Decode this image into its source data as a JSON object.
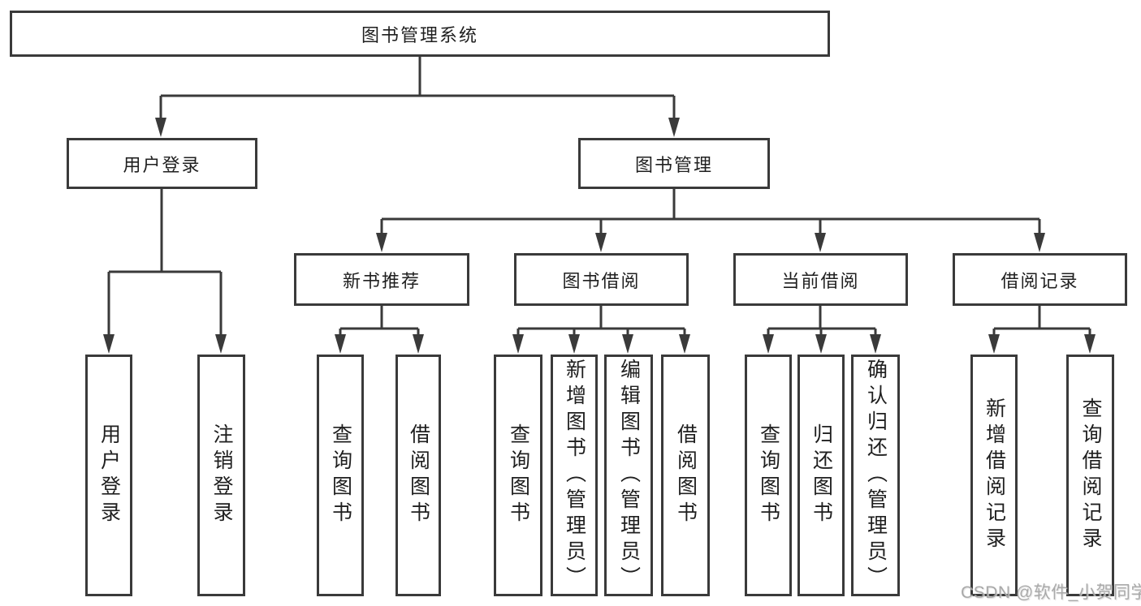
{
  "diagram": {
    "root": {
      "label": "图书管理系统",
      "children": [
        {
          "label": "用户登录",
          "children": [
            {
              "label": "用户登录"
            },
            {
              "label": "注销登录"
            }
          ]
        },
        {
          "label": "图书管理",
          "children": [
            {
              "label": "新书推荐",
              "children": [
                {
                  "label": "查询图书"
                },
                {
                  "label": "借阅图书"
                }
              ]
            },
            {
              "label": "图书借阅",
              "children": [
                {
                  "label": "查询图书"
                },
                {
                  "label": "新增图书（管理员）"
                },
                {
                  "label": "编辑图书（管理员）"
                },
                {
                  "label": "借阅图书"
                }
              ]
            },
            {
              "label": "当前借阅",
              "children": [
                {
                  "label": "查询图书"
                },
                {
                  "label": "归还图书"
                },
                {
                  "label": "确认归还（管理员）"
                }
              ]
            },
            {
              "label": "借阅记录",
              "children": [
                {
                  "label": "新增借阅记录"
                },
                {
                  "label": "查询借阅记录"
                }
              ]
            }
          ]
        }
      ]
    },
    "colors": {
      "line": "#3a3a3a",
      "box_border": "#3a3a3a",
      "text": "#1f1f1f",
      "background": "#ffffff",
      "watermark": "#9e9e9e"
    }
  },
  "watermark": {
    "text": "CSDN @软件_小贺同学"
  }
}
